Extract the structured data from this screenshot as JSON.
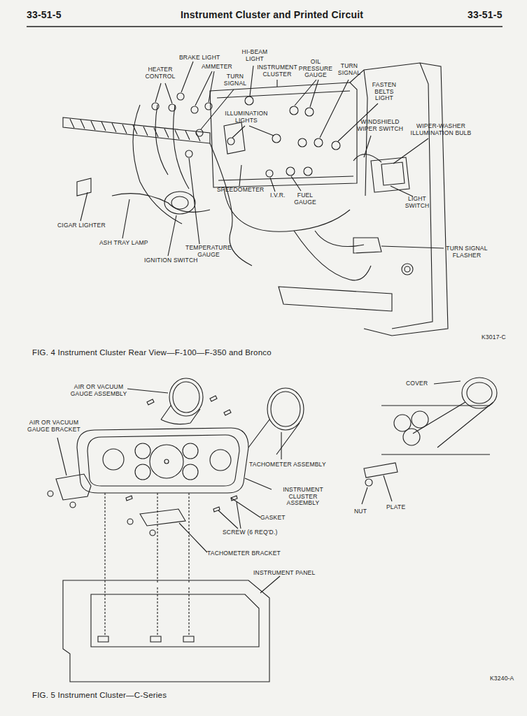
{
  "diagram": {
    "title": "Instrument Cluster and Printed Circuit",
    "labels": [
      "33-51-5",
      "33-51-5",
      "HEATER CONTROL",
      "BRAKE LIGHT",
      "AMMETER",
      "TURN SIGNAL",
      "HI-BEAM LIGHT",
      "INSTRUMENT CLUSTER",
      "OIL PRESSURE GAUGE",
      "TURN SIGNAL",
      "FASTEN BELTS LIGHT",
      "ILLUMINATION LIGHTS",
      "WINDSHIELD WIPER SWITCH",
      "WIPER-WASHER ILLUMINATION BULB",
      "SPEEDOMETER",
      "I.V.R.",
      "FUEL GAUGE",
      "LIGHT SWITCH",
      "CIGAR LIGHTER",
      "ASH TRAY LAMP",
      "TEMPERATURE GAUGE",
      "IGNITION SWITCH",
      "TURN SIGNAL FLASHER",
      "K3017-C",
      "FIG. 4 Instrument Cluster Rear View—F-100—F-350 and Bronco",
      "AIR OR VACUUM GAUGE ASSEMBLY",
      "AIR OR VACUUM GAUGE BRACKET",
      "COVER",
      "TACHOMETER ASSEMBLY",
      "INSTRUMENT CLUSTER ASSEMBLY",
      "GASKET",
      "NUT",
      "PLATE",
      "SCREW (6 REQ'D.)",
      "TACHOMETER BRACKET",
      "INSTRUMENT PANEL",
      "K3240-A",
      "FIG. 5 Instrument Cluster—C-Series"
    ]
  }
}
